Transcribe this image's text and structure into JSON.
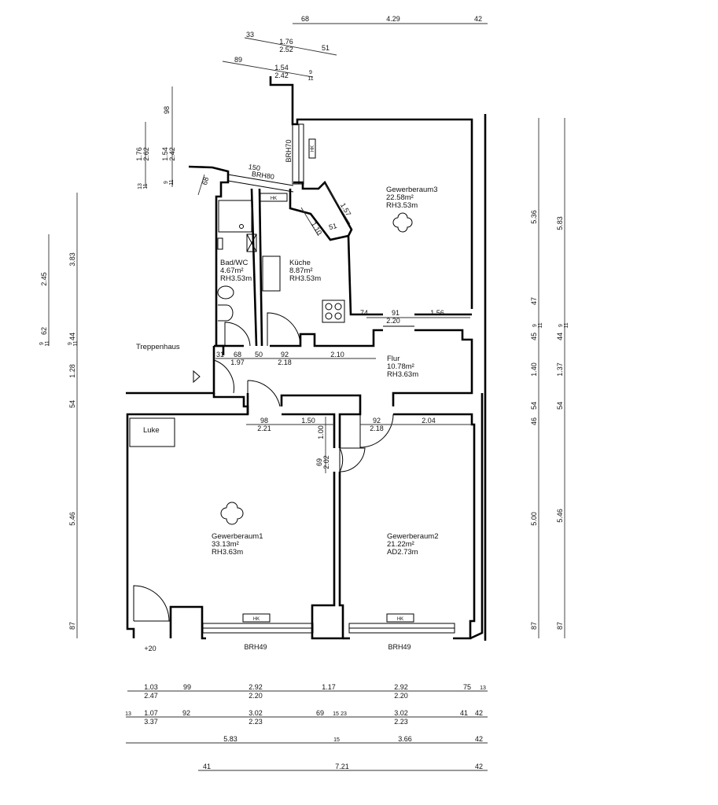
{
  "title": "Floor plan",
  "rooms": [
    {
      "name": "Gewerberaum3",
      "area": "22.58m²",
      "height": "RH3.53m"
    },
    {
      "name": "Bad/WC",
      "area": "4.67m²",
      "height": "RH3.53m"
    },
    {
      "name": "Küche",
      "area": "8.87m²",
      "height": "RH3.53m"
    },
    {
      "name": "Flur",
      "area": "10.78m²",
      "height": "RH3.63m"
    },
    {
      "name": "Gewerberaum1",
      "area": "33.13m²",
      "height": "RH3.63m"
    },
    {
      "name": "Gewerberaum2",
      "area": "21.22m²",
      "height": "AD2.73m"
    }
  ],
  "labels": {
    "stair": "Treppenhaus",
    "hatch": "Luke",
    "heater": "HK",
    "sill1": "BRH49",
    "sill2": "BRH49",
    "sill_bad": "BRH80",
    "sill_g3": "BRH70",
    "level": "+20"
  },
  "dims": {
    "top": [
      "68",
      "4.29",
      "42"
    ],
    "top2": [
      "33",
      "1.76",
      "2.52",
      "51"
    ],
    "top3": [
      "89",
      "1.54",
      "2.42",
      "9",
      "11"
    ],
    "left_a": [
      "98",
      "1.54",
      "2.42",
      "9",
      "11"
    ],
    "left_b": [
      "1.76",
      "2.62",
      "13",
      "11"
    ],
    "left_c": [
      "2.45",
      "62",
      "9",
      "11"
    ],
    "left_d": [
      "3.83",
      "44",
      "9",
      "11",
      "1.28",
      "54",
      "5.46",
      "87"
    ],
    "right_a": [
      "5.36",
      "47",
      "9",
      "11",
      "45",
      "1.40",
      "54",
      "46",
      "5.00",
      "87"
    ],
    "right_b": [
      "5.83",
      "9",
      "11",
      "44",
      "1.37",
      "54",
      "5.46",
      "87"
    ],
    "inner": [
      "150",
      "68",
      "1.57",
      "1.10",
      "51",
      "74",
      "91",
      "2.20",
      "1.56",
      "31",
      "68",
      "1.97",
      "50",
      "92",
      "2.18",
      "2.10",
      "98",
      "2.21",
      "1.50",
      "1.00",
      "69",
      "2.02",
      "92",
      "2.18",
      "2.04"
    ],
    "bottom1": [
      "1.03",
      "2.47",
      "99",
      "2.92",
      "2.20",
      "1.17",
      "2.92",
      "2.20",
      "75",
      "13"
    ],
    "bottom2": [
      "13",
      "1.07",
      "3.37",
      "92",
      "3.02",
      "2.23",
      "69",
      "15",
      "23",
      "3.02",
      "2.23",
      "41",
      "42"
    ],
    "bottom3": [
      "5.83",
      "15",
      "3.66",
      "42"
    ],
    "bottom4": [
      "41",
      "7.21",
      "42"
    ]
  }
}
